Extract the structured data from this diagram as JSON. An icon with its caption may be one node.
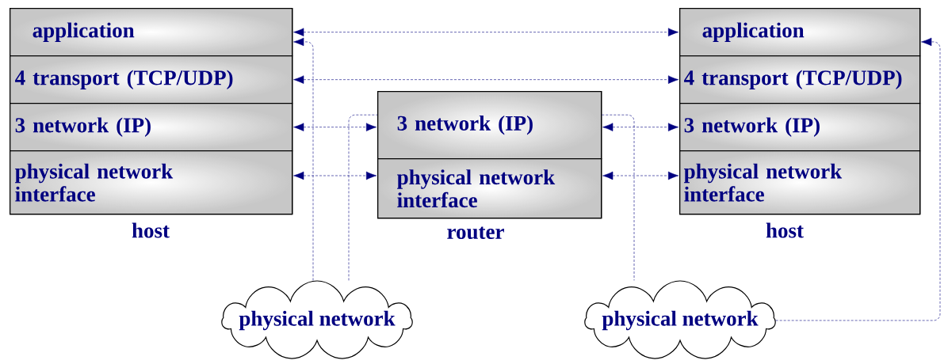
{
  "diagram": {
    "nodes": [
      {
        "text": [
          "host"
        ]
      },
      {
        "text": [
          "application"
        ],
        "in": 0
      },
      {
        "text": [
          "4 transport (TCP/UDP)"
        ],
        "in": 0
      },
      {
        "text": [
          "3 network (IP)"
        ],
        "in": 0
      },
      {
        "text": [
          "physical network interface"
        ],
        "in": 0
      },
      {
        "text": [
          "router"
        ]
      },
      {
        "text": [
          "3 network (IP)"
        ],
        "in": 5
      },
      {
        "text": [
          "physical network interface"
        ],
        "in": 5
      },
      {
        "text": [
          "host"
        ]
      },
      {
        "text": [
          "application"
        ],
        "in": 8
      },
      {
        "text": [
          "4 transport (TCP/UDP)"
        ],
        "in": 8
      },
      {
        "text": [
          "3 network (IP)"
        ],
        "in": 8
      },
      {
        "text": [
          "physical network interface"
        ],
        "in": 8
      },
      {
        "text": [
          "physical network"
        ]
      },
      {
        "text": [
          "physical network"
        ]
      }
    ],
    "edges": [
      {
        "from": 1,
        "to": 9,
        "arrow": "both",
        "style": "dashed"
      },
      {
        "from": 2,
        "to": 10,
        "arrow": "both",
        "style": "dashed"
      },
      {
        "from": 3,
        "to": 6,
        "arrow": "both",
        "style": "dashed"
      },
      {
        "from": 4,
        "to": 7,
        "arrow": "both",
        "style": "dashed"
      },
      {
        "from": 6,
        "to": 11,
        "arrow": "both",
        "style": "dashed"
      },
      {
        "from": 7,
        "to": 12,
        "arrow": "both",
        "style": "dashed"
      },
      {
        "from": 13,
        "to": 1,
        "arrow": "to",
        "style": "dashed"
      },
      {
        "from": 13,
        "to": 6,
        "arrow": "none",
        "style": "dashed"
      },
      {
        "from": 6,
        "to": 14,
        "arrow": "none",
        "style": "dashed"
      },
      {
        "from": 14,
        "to": 9,
        "arrow": "to",
        "style": "dashed"
      }
    ]
  }
}
